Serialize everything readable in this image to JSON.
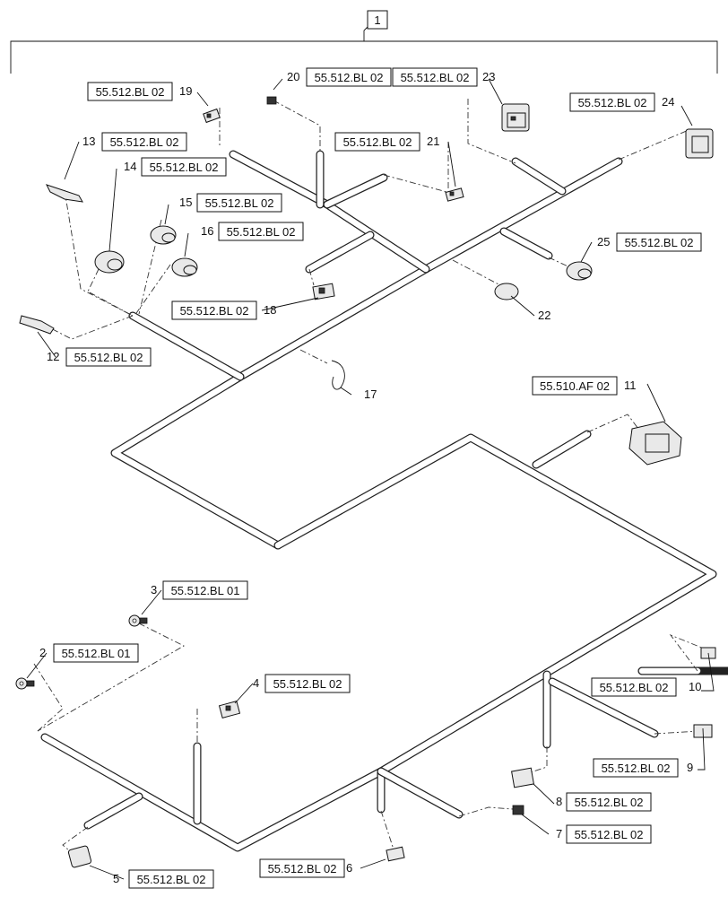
{
  "assembly": {
    "item": "1"
  },
  "callouts": [
    {
      "id": "c20a",
      "ref": "55.512.BL 02"
    },
    {
      "id": "c20b",
      "ref": "55.512.BL 02"
    },
    {
      "id": "c19",
      "num": "19",
      "ref": "55.512.BL 02"
    },
    {
      "id": "c20",
      "num": "20"
    },
    {
      "id": "c23",
      "num": "23"
    },
    {
      "id": "c24",
      "num": "24",
      "ref": "55.512.BL 02"
    },
    {
      "id": "c13",
      "num": "13",
      "ref": "55.512.BL 02"
    },
    {
      "id": "c21",
      "num": "21",
      "ref": "55.512.BL 02"
    },
    {
      "id": "c14",
      "num": "14",
      "ref": "55.512.BL 02"
    },
    {
      "id": "c15",
      "num": "15",
      "ref": "55.512.BL 02"
    },
    {
      "id": "c16",
      "num": "16",
      "ref": "55.512.BL 02"
    },
    {
      "id": "c25",
      "num": "25",
      "ref": "55.512.BL 02"
    },
    {
      "id": "c18",
      "num": "18",
      "ref": "55.512.BL 02"
    },
    {
      "id": "c22",
      "num": "22"
    },
    {
      "id": "c12",
      "num": "12",
      "ref": "55.512.BL 02"
    },
    {
      "id": "c17",
      "num": "17"
    },
    {
      "id": "c11",
      "num": "11",
      "ref": "55.510.AF 02"
    },
    {
      "id": "c3",
      "num": "3",
      "ref": "55.512.BL 01"
    },
    {
      "id": "c2",
      "num": "2",
      "ref": "55.512.BL 01"
    },
    {
      "id": "c4",
      "num": "4",
      "ref": "55.512.BL 02"
    },
    {
      "id": "c10",
      "num": "10",
      "ref": "55.512.BL 02"
    },
    {
      "id": "c9",
      "num": "9",
      "ref": "55.512.BL 02"
    },
    {
      "id": "c8",
      "num": "8",
      "ref": "55.512.BL 02"
    },
    {
      "id": "c7",
      "num": "7",
      "ref": "55.512.BL 02"
    },
    {
      "id": "c6",
      "num": "6",
      "ref": "55.512.BL 02"
    },
    {
      "id": "c5",
      "num": "5",
      "ref": "55.512.BL 02"
    }
  ]
}
